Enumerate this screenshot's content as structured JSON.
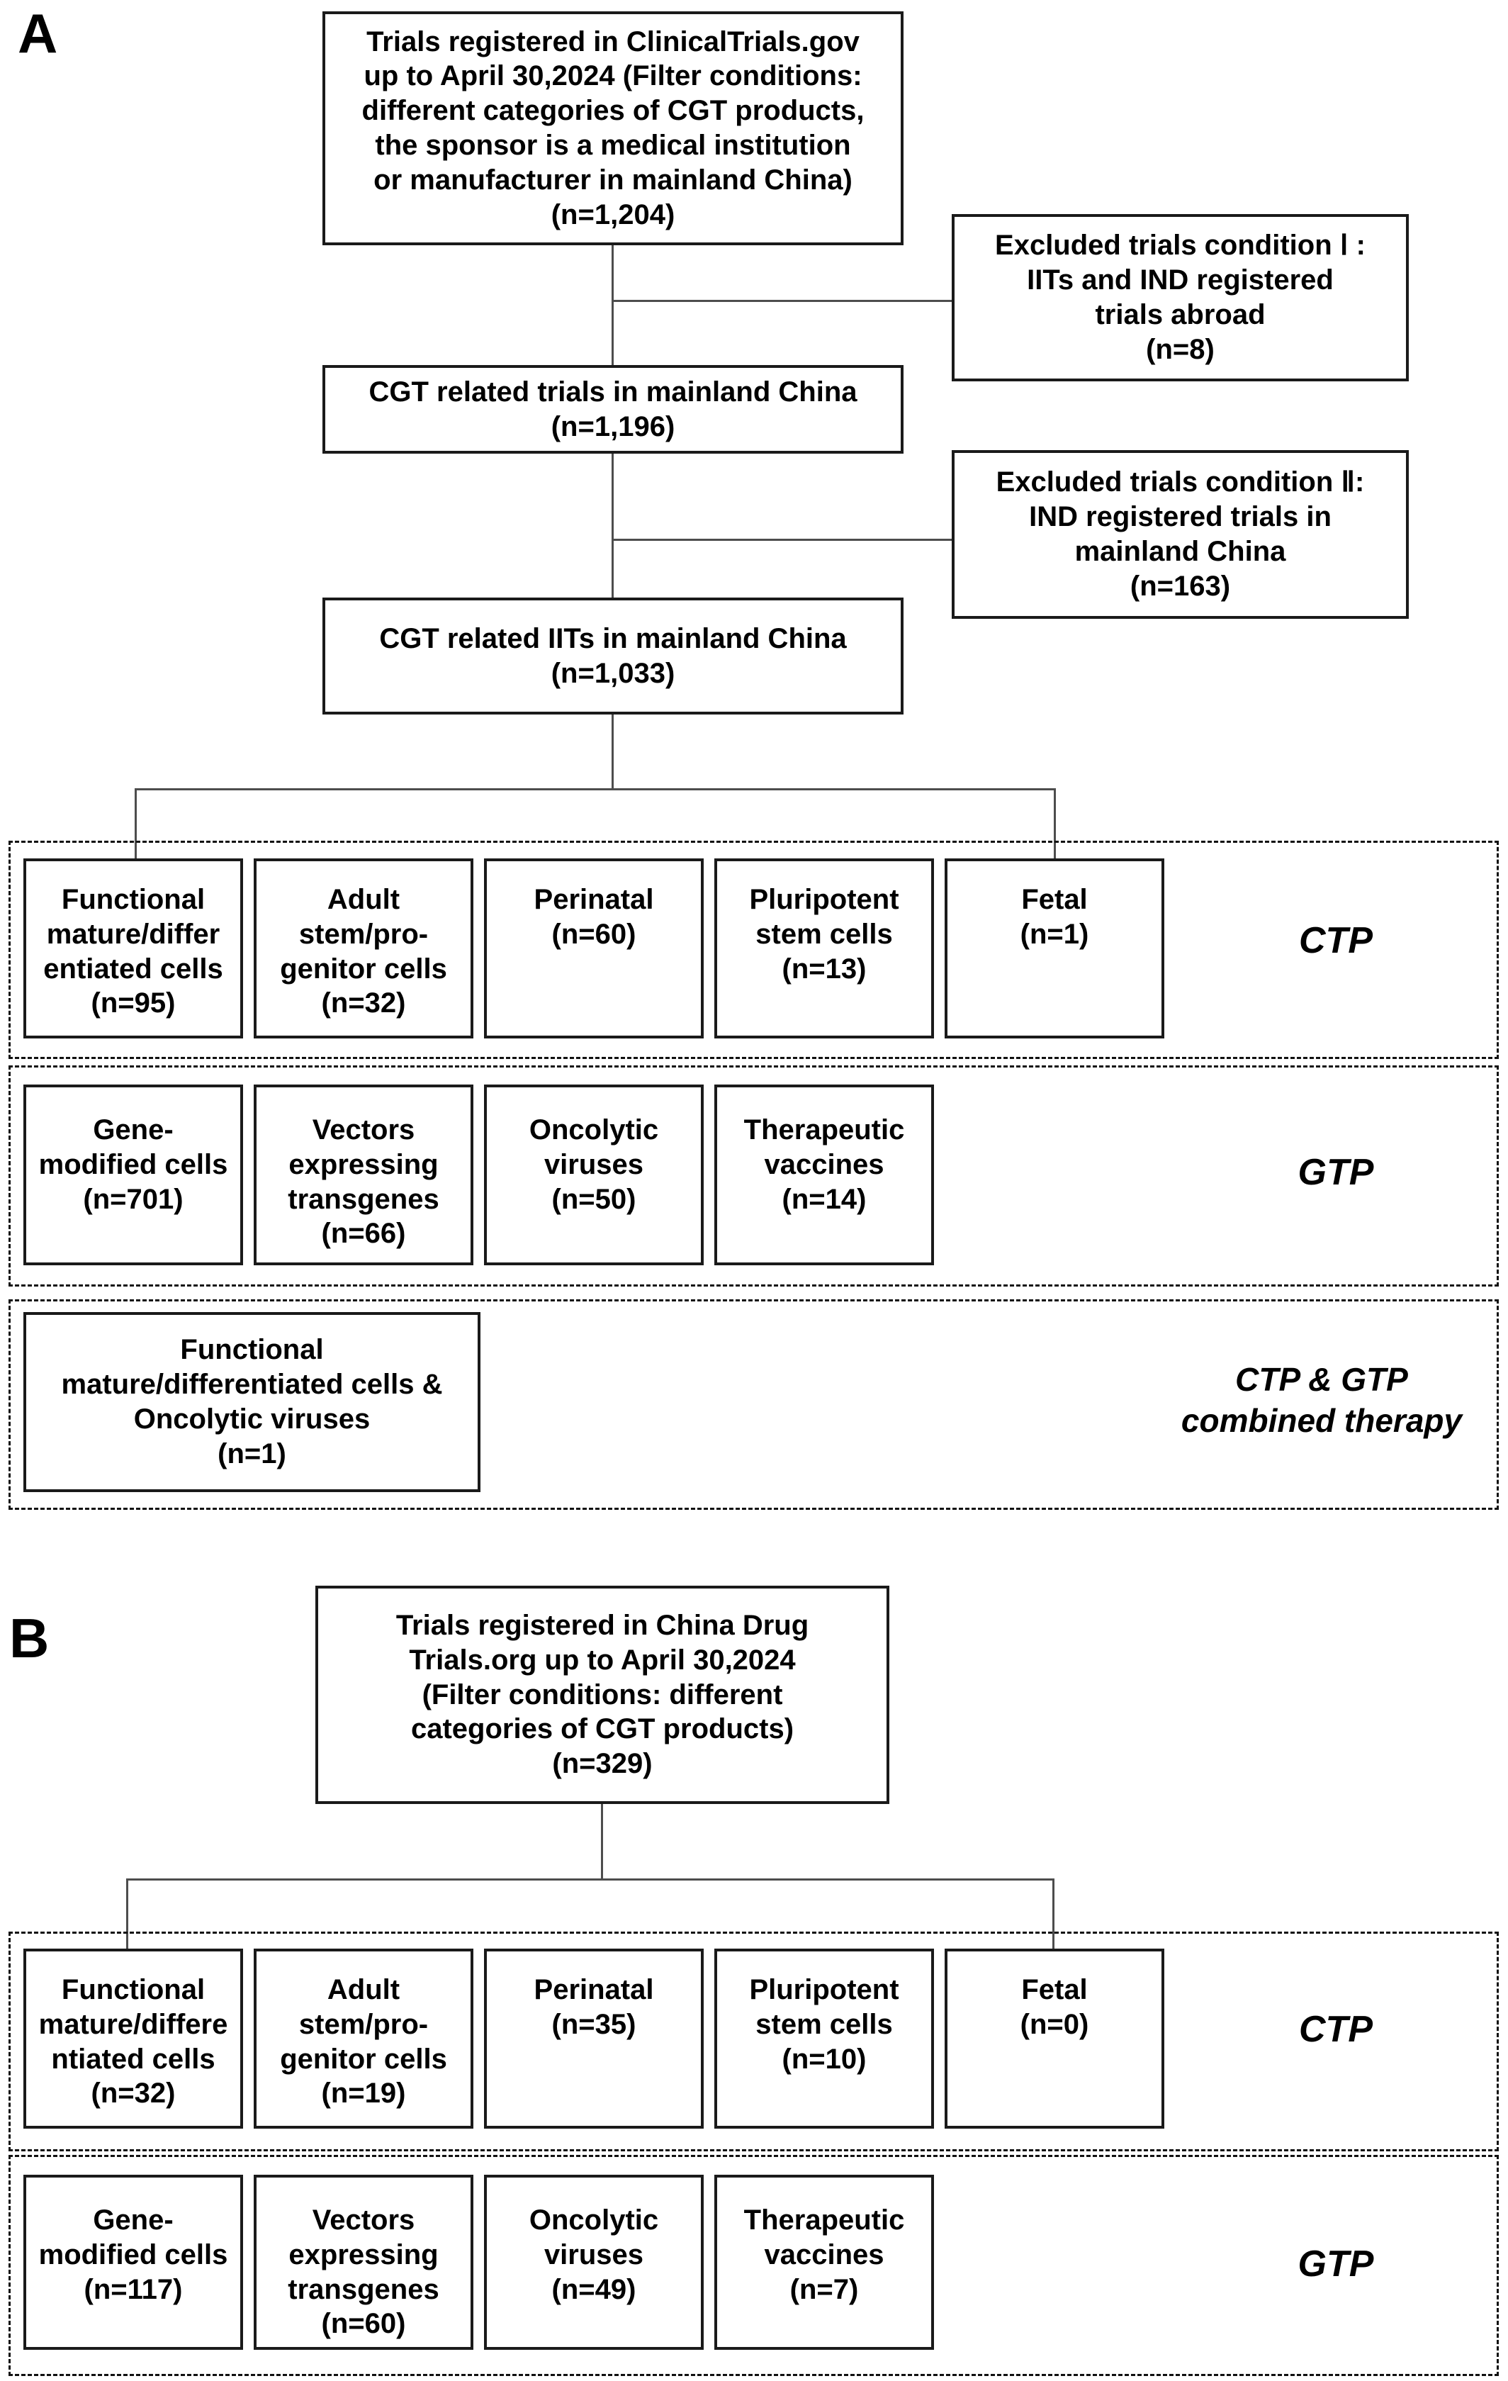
{
  "colors": {
    "background": "#ffffff",
    "box_border": "#1a1a1a",
    "connector_line": "#4d4d4d",
    "text": "#000000"
  },
  "panel_a": {
    "label": "A",
    "source_box": "Trials registered in ClinicalTrials.gov\nup to April 30,2024 (Filter conditions:\ndifferent categories of CGT products,\nthe sponsor is a medical institution\nor manufacturer in mainland China)\n(n=1,204)",
    "excluded_1": "Excluded trials condition Ⅰ :\nIITs and IND registered\ntrials abroad\n(n=8)",
    "step_trials": "CGT related trials in mainland China\n(n=1,196)",
    "excluded_2": "Excluded trials condition Ⅱ:\nIND registered trials in\nmainland China\n(n=163)",
    "step_iits": "CGT related IITs in mainland China\n(n=1,033)",
    "ctp": {
      "label": "CTP",
      "boxes": [
        "Functional\nmature/differ\nentiated cells\n(n=95)",
        "Adult\nstem/pro-\ngenitor cells\n(n=32)",
        "Perinatal\n(n=60)",
        "Pluripotent\nstem cells\n(n=13)",
        "Fetal\n(n=1)"
      ]
    },
    "gtp": {
      "label": "GTP",
      "boxes": [
        "Gene-\nmodified cells\n(n=701)",
        "Vectors\nexpressing\ntransgenes\n(n=66)",
        "Oncolytic\nviruses\n(n=50)",
        "Therapeutic\nvaccines\n(n=14)"
      ]
    },
    "combined": {
      "label": "CTP & GTP\ncombined therapy",
      "box": "Functional\nmature/differentiated cells &\nOncolytic viruses\n(n=1)"
    }
  },
  "panel_b": {
    "label": "B",
    "source_box": "Trials registered in China Drug\nTrials.org up to April 30,2024\n(Filter conditions: different\ncategories of CGT products)\n(n=329)",
    "ctp": {
      "label": "CTP",
      "boxes": [
        "Functional\nmature/differe\nntiated cells\n(n=32)",
        "Adult\nstem/pro-\ngenitor cells\n(n=19)",
        "Perinatal\n(n=35)",
        "Pluripotent\nstem cells\n(n=10)",
        "Fetal\n(n=0)"
      ]
    },
    "gtp": {
      "label": "GTP",
      "boxes": [
        "Gene-\nmodified cells\n(n=117)",
        "Vectors\nexpressing\ntransgenes\n(n=60)",
        "Oncolytic\nviruses\n(n=49)",
        "Therapeutic\nvaccines\n(n=7)"
      ]
    }
  }
}
